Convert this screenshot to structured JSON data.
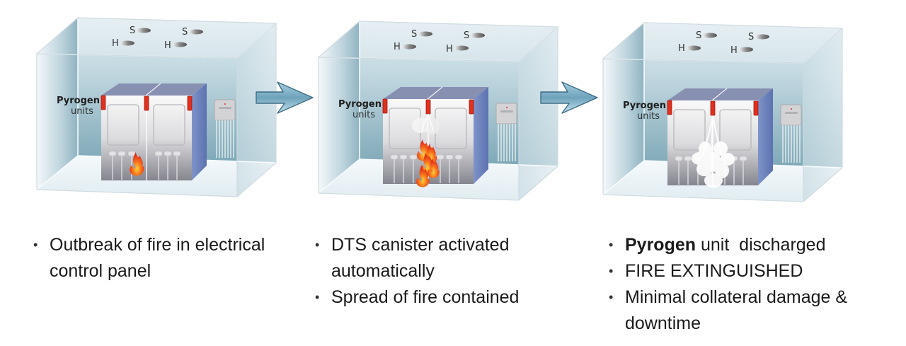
{
  "diagram": {
    "title": "Pyrogen fire suppression sequence",
    "panels": [
      {
        "stage": "outbreak",
        "unit_label_title": "Pyrogen",
        "unit_label_sub": "units",
        "ceiling_labels": [
          "S",
          "S",
          "H",
          "H"
        ],
        "state": "fire",
        "caption_items": [
          {
            "bold": "",
            "text": "Outbreak of fire in electrical control panel"
          }
        ]
      },
      {
        "stage": "activation",
        "unit_label_title": "Pyrogen",
        "unit_label_sub": "units",
        "ceiling_labels": [
          "S",
          "S",
          "H",
          "H"
        ],
        "state": "fire-and-discharge",
        "caption_items": [
          {
            "bold": "",
            "text": "DTS canister activated automatically"
          },
          {
            "bold": "",
            "text": "Spread of fire contained"
          }
        ]
      },
      {
        "stage": "extinguished",
        "unit_label_title": "Pyrogen",
        "unit_label_sub": "units",
        "ceiling_labels": [
          "S",
          "S",
          "H",
          "H"
        ],
        "state": "discharged",
        "caption_items": [
          {
            "bold": "Pyrogen",
            "text": " unit  discharged"
          },
          {
            "bold": "",
            "text": "FIRE EXTINGUISHED"
          },
          {
            "bold": "",
            "text": "Minimal collateral damage & downtime"
          }
        ]
      }
    ],
    "arrows": [
      "arrow-right",
      "arrow-right"
    ],
    "colors": {
      "room_wall": "#a9c9d4",
      "room_back": "#7fa9b8",
      "cabinet_side": "#6e83bd",
      "cabinet_top": "#8a90b0",
      "pyrogen_unit": "#e0301e",
      "flame": "#f06a1e",
      "smoke": "#ffffff",
      "arrow": "#6fa4bb"
    }
  }
}
